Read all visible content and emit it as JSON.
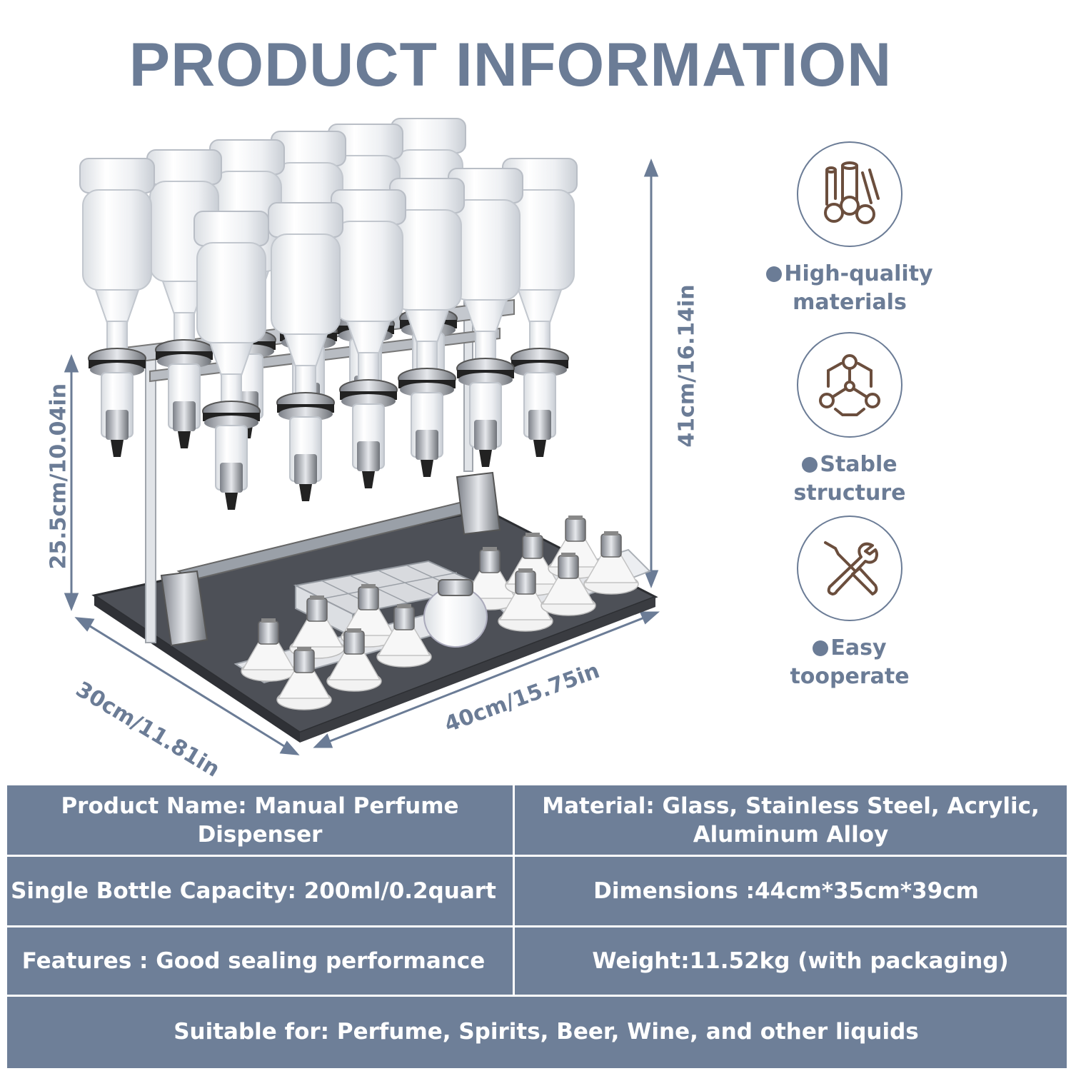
{
  "title": "PRODUCT INFORMATION",
  "dimensions": {
    "height_left": "25.5cm/10.04in",
    "height_right": "41cm/16.14in",
    "depth": "30cm/11.81in",
    "width": "40cm/15.75in"
  },
  "features": [
    {
      "icon": "materials-icon",
      "label_line1": "High-quality",
      "label_line2": "materials"
    },
    {
      "icon": "structure-icon",
      "label_line1": "Stable",
      "label_line2": "structure"
    },
    {
      "icon": "tools-icon",
      "label_line1": "Easy tooperate",
      "label_line2": ""
    }
  ],
  "specs": {
    "product_name": "Product Name: Manual Perfume Dispenser",
    "material_line1": "Material: Glass, Stainless Steel, Acrylic,",
    "material_line2": "Aluminum Alloy",
    "capacity": "Single Bottle Capacity: 200ml/0.2quart",
    "dimensions": "Dimensions :44cm*35cm*39cm",
    "features": "Features : Good sealing performance",
    "weight": "Weight:11.52kg (with packaging)",
    "suitable": "Suitable for: Perfume, Spirits, Beer, Wine, and other liquids"
  },
  "colors": {
    "accent": "#6b7c96",
    "table_bg": "#6e7f98"
  }
}
